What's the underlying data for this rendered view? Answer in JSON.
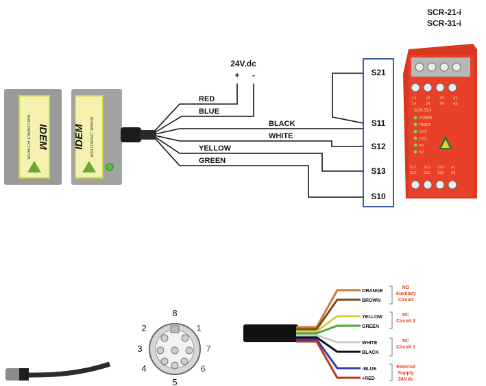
{
  "controller": {
    "model_line1": "SCR-21-i",
    "model_line2": "SCR-31-i",
    "face_label": "SCR-31-i",
    "leds": [
      "POWER",
      "RESET",
      "CH1",
      "CH2",
      "K1",
      "K2"
    ],
    "top_terminals": [
      "13",
      "23",
      "33",
      "41",
      "14",
      "24",
      "34",
      "42"
    ],
    "bottom_terminals": [
      "S12",
      "S11",
      "S10",
      "A1",
      "S13",
      "S21",
      "S22",
      "A2"
    ],
    "colors": {
      "body": "#e8402a",
      "text": "#ffe27a"
    }
  },
  "supply": {
    "label": "24V.dc",
    "plus": "+",
    "minus": "-"
  },
  "terminals": [
    "S21",
    "S11",
    "S12",
    "S13",
    "S10"
  ],
  "wires": [
    {
      "label": "RED",
      "color": "#111111"
    },
    {
      "label": "BLUE",
      "color": "#111111"
    },
    {
      "label": "BLACK",
      "color": "#111111"
    },
    {
      "label": "WHITE",
      "color": "#111111"
    },
    {
      "label": "YELLOW",
      "color": "#111111"
    },
    {
      "label": "GREEN",
      "color": "#111111"
    }
  ],
  "sensor": {
    "actuator_brand": "IDEM",
    "actuator_text": "NON CONTACT ACTUATOR",
    "switch_brand": "IDEM",
    "switch_text": "NON CONTACT SENSOR"
  },
  "connector": {
    "pins": [
      "1",
      "2",
      "3",
      "4",
      "5",
      "6",
      "7",
      "8"
    ]
  },
  "cable_wires": [
    {
      "label": "ORANGE",
      "color": "#c87a3a"
    },
    {
      "label": "BROWN",
      "color": "#7a4a22"
    },
    {
      "label": "YELLOW",
      "color": "#d8cf3a"
    },
    {
      "label": "GREEN",
      "color": "#4ca83c"
    },
    {
      "label": "WHITE",
      "color": "#c9c9c9"
    },
    {
      "label": "BLACK",
      "color": "#111111"
    },
    {
      "label": "-BLUE",
      "color": "#2c3fa8"
    },
    {
      "label": "+RED",
      "color": "#c43020"
    }
  ],
  "circuits": [
    {
      "line1": "NO",
      "line2": "Auxiliary",
      "line3": "Circuit"
    },
    {
      "line1": "NC",
      "line2": "Circuit 2",
      "line3": ""
    },
    {
      "line1": "NC",
      "line2": "Circuit 1",
      "line3": ""
    },
    {
      "line1": "External",
      "line2": "Supply",
      "line3": "24V.dc"
    }
  ]
}
